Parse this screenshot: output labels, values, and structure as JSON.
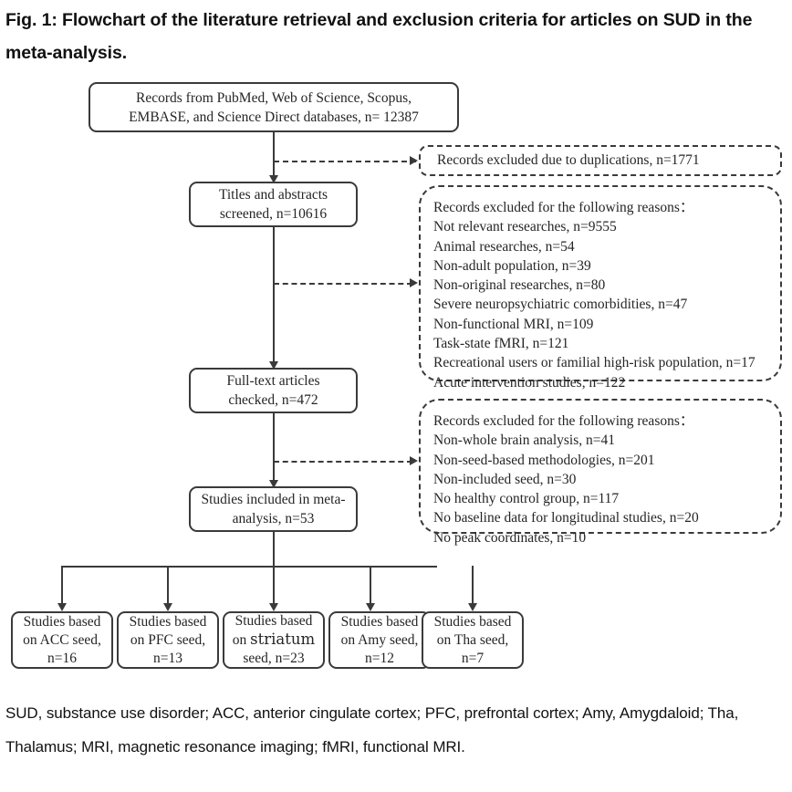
{
  "caption": "Fig. 1: Flowchart of the literature retrieval and exclusion criteria for articles on SUD in the meta-analysis.",
  "footnote": "SUD, substance use disorder; ACC, anterior cingulate cortex; PFC, prefrontal cortex; Amy, Amygdaloid; Tha, Thalamus; MRI, magnetic resonance imaging; fMRI, functional MRI.",
  "colors": {
    "stroke": "#3a3a3a",
    "text": "#252525",
    "background": "#ffffff"
  },
  "flow": {
    "records_identified": "Records from PubMed, Web of Science, Scopus,\nEMBASE, and Science Direct databases, n= 12387",
    "screened": "Titles and abstracts\nscreened, n=10616",
    "fulltext": "Full-text articles\nchecked, n=472",
    "included": "Studies included in meta-\nanalysis, n=53"
  },
  "exclusions": {
    "duplicates": "Records excluded due to duplications, n=1771",
    "screening_header": "Records excluded for the following reasons：",
    "screening_reasons": [
      "Not relevant researches, n=9555",
      "Animal researches, n=54",
      "Non-adult population, n=39",
      "Non-original researches, n=80",
      "Severe neuropsychiatric comorbidities, n=47",
      "Non-functional MRI, n=109",
      "Task-state fMRI, n=121",
      "Recreational users or familial high-risk population, n=17",
      "Acute intervention studies, n=122"
    ],
    "eligibility_header": "Records excluded for the following reasons：",
    "eligibility_reasons": [
      "Non-whole brain analysis, n=41",
      "Non-seed-based methodologies, n=201",
      "Non-included seed, n=30",
      "No healthy control group, n=117",
      "No baseline data for longitudinal studies, n=20",
      "No peak coordinates, n=10"
    ]
  },
  "seed_groups": [
    {
      "line1": "Studies based",
      "line2": "on ACC seed,",
      "line3": "n=16"
    },
    {
      "line1": "Studies based",
      "line2": "on PFC seed,",
      "line3": "n=13"
    },
    {
      "line1": "Studies based",
      "line2_pre": "on ",
      "line2_alt": "striatum",
      "line3": "seed, n=23"
    },
    {
      "line1": "Studies based",
      "line2": "on Amy seed,",
      "line3": "n=12"
    },
    {
      "line1": "Studies based",
      "line2": "on Tha seed,",
      "line3": "n=7"
    }
  ]
}
